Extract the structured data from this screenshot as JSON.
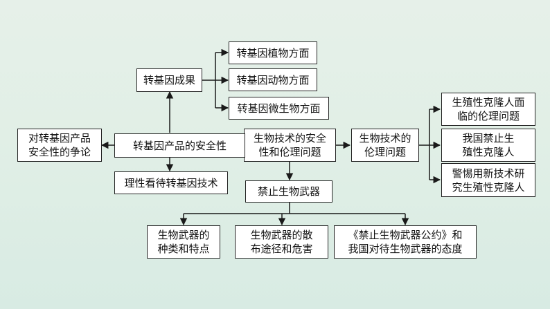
{
  "nodes": {
    "center": "生物技术的安全\n性和伦理问题",
    "gm_safety": "转基因产品的安全性",
    "gm_results": "转基因成果",
    "gm_plants": "转基因植物方面",
    "gm_animals": "转基因动物方面",
    "gm_microbes": "转基因微生物方面",
    "gm_debate": "对转基因产品\n安全性的争论",
    "gm_rational": "理性看待转基因技术",
    "ethics": "生物技术的\n伦理问题",
    "clone_ethics": "生殖性克隆人面\n临的伦理问题",
    "clone_ban": "我国禁止生\n殖性克隆人",
    "clone_vigilance": "警惕用新技术研\n究生殖性克隆人",
    "bioweapons": "禁止生物武器",
    "bw_types": "生物武器的\n种类和特点",
    "bw_spread": "生物武器的散\n布途径和危害",
    "bw_convention": "《禁止生物武器公约》和\n我国对待生物武器的态度"
  }
}
